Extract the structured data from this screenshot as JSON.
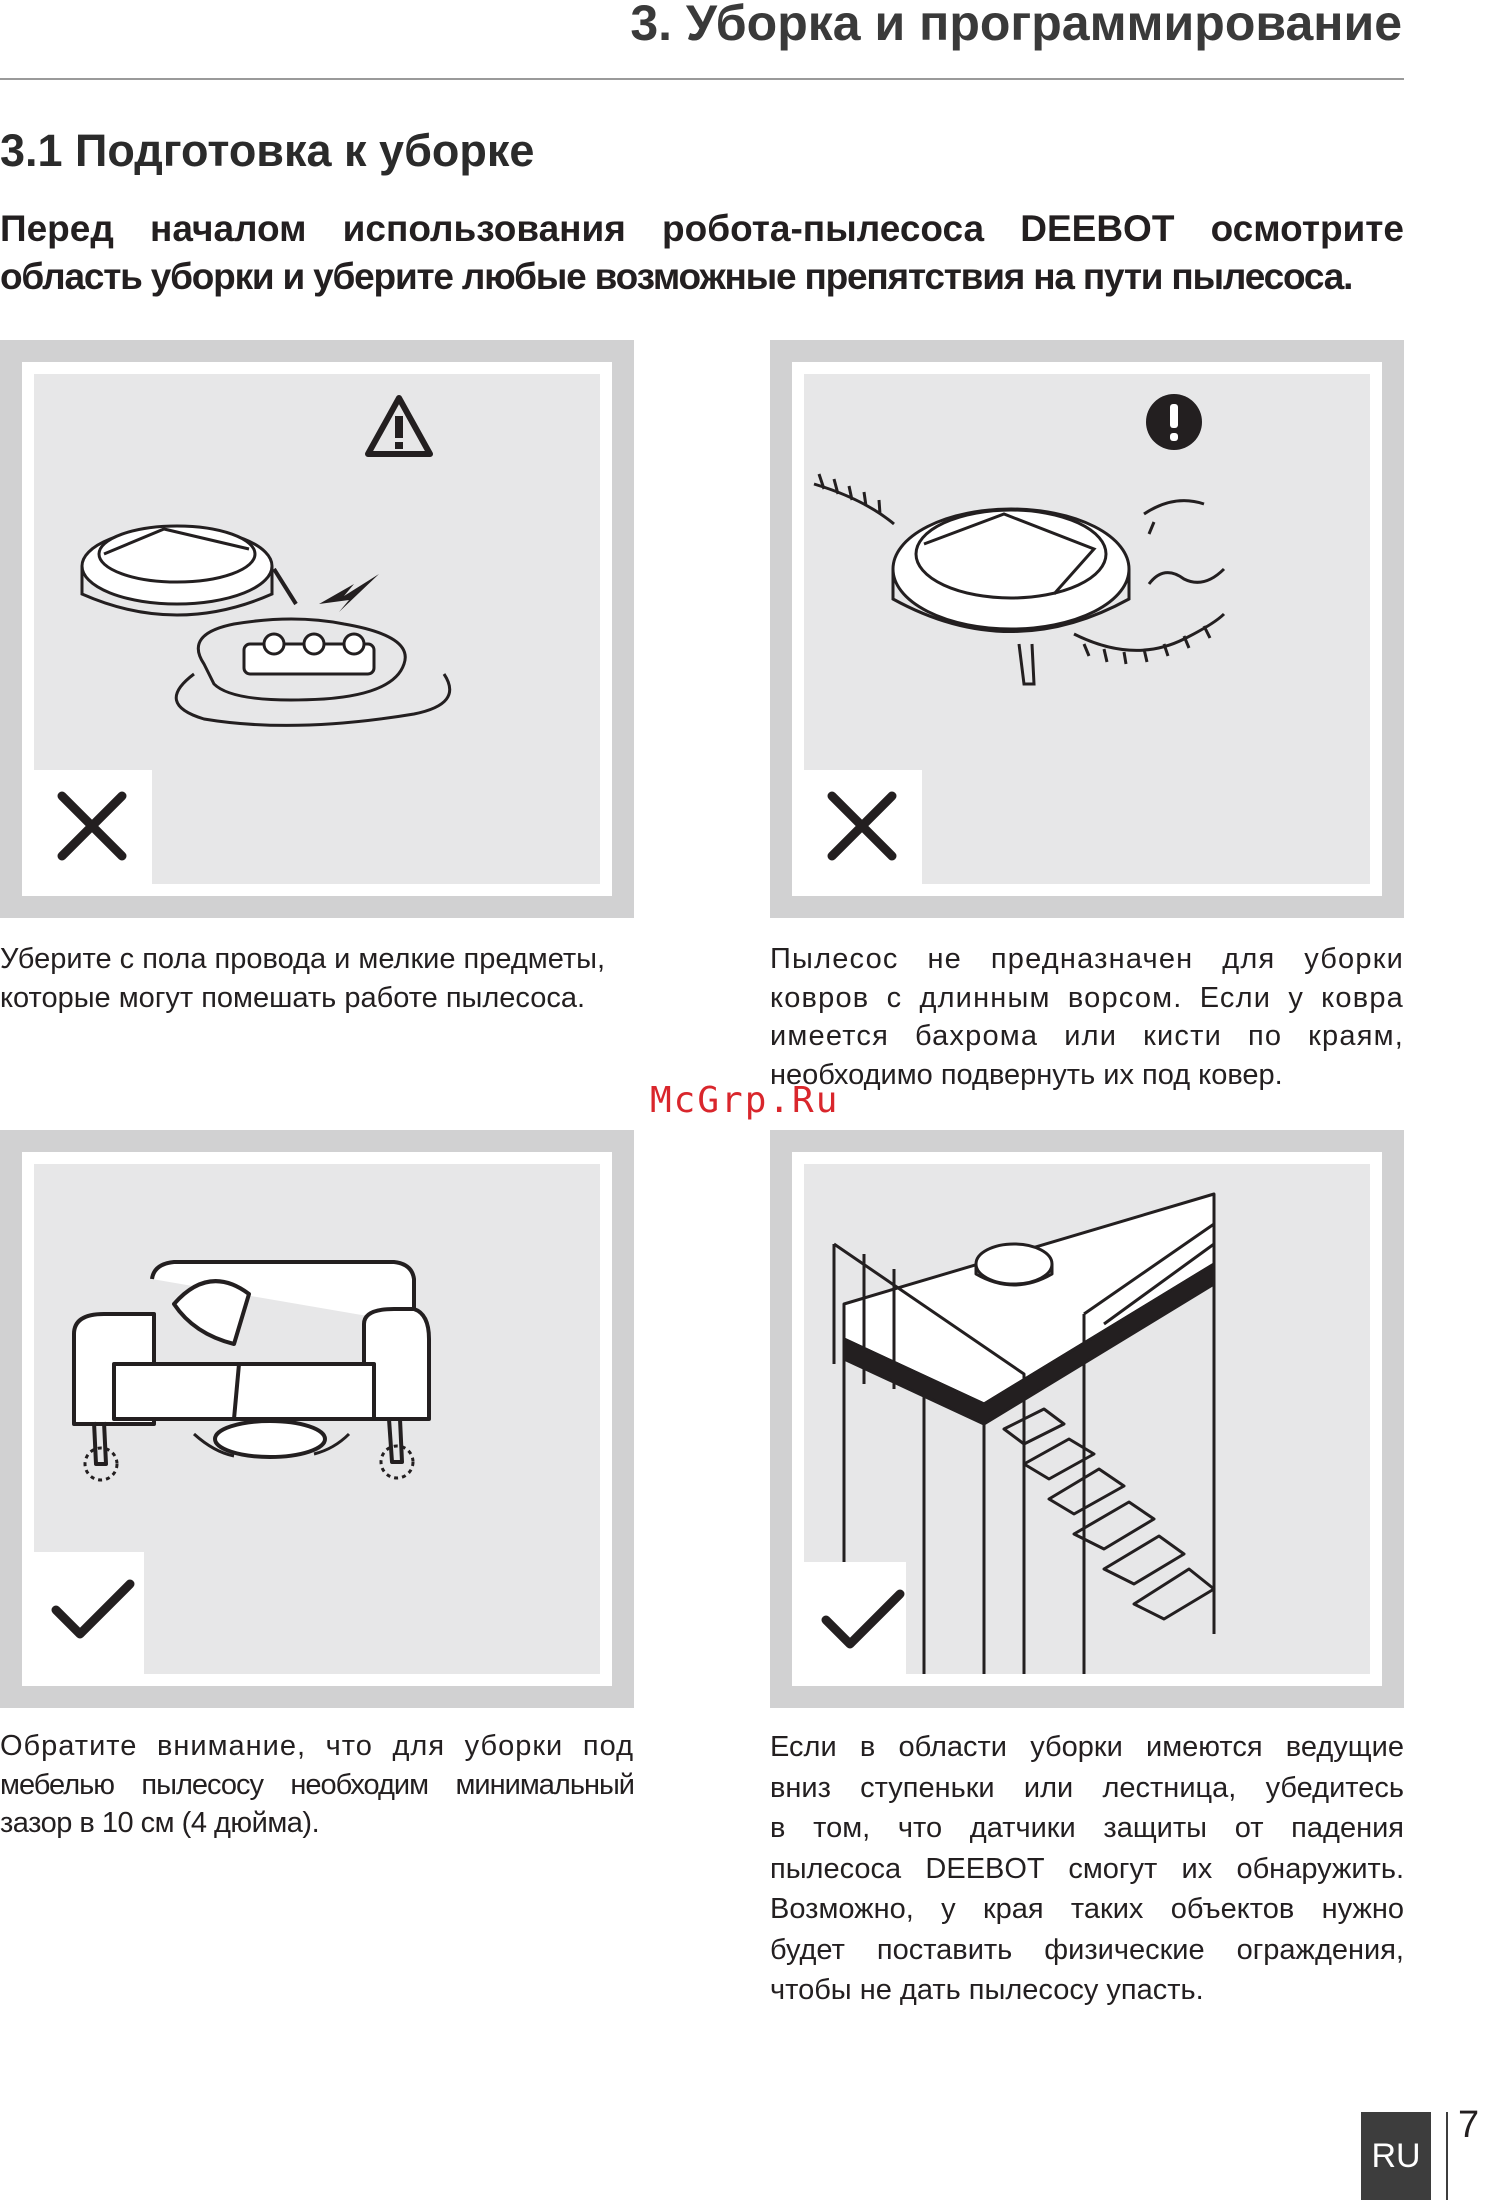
{
  "header": {
    "chapter_title": "3. Уборка и программирование",
    "section_title": "3.1 Подготовка к уборке"
  },
  "intro": {
    "line1": "Перед началом использования робота-пылесоса DEEBOT осмотрите",
    "line2": "область уборки и уберите любые возможные препятствия на пути пылесоса."
  },
  "panels": [
    {
      "status": "bad",
      "corner_icon": "warning-triangle-icon",
      "caption_lines": [
        "Уберите с пола провода и мелкие предметы,",
        "которые могут помешать работе пылесоса."
      ]
    },
    {
      "status": "bad",
      "corner_icon": "exclamation-circle-icon",
      "caption_lines": [
        "Пылесос не предназначен для уборки",
        "ковров с длинным ворсом. Если у ковра",
        "имеется бахрома или кисти по краям,",
        "необходимо подвернуть  их под ковер."
      ]
    },
    {
      "status": "good",
      "caption_lines": [
        "Обратите внимание, что для уборки под",
        "мебелью пылесосу необходим минимальный",
        "зазор в 10 см (4 дюйма)."
      ]
    },
    {
      "status": "good",
      "caption_lines": [
        "Если в области уборки имеются ведущие",
        "вниз ступеньки или лестница, убедитесь",
        "в том, что датчики защиты от падения",
        "пылесоса DEEBOT смогут их обнаружить.",
        "Возможно, у края таких объектов нужно",
        "будет поставить физические ограждения,",
        "чтобы не дать пылесосу упасть."
      ]
    }
  ],
  "watermark": "McGrp.Ru",
  "footer": {
    "language": "RU",
    "page_number": "7"
  },
  "colors": {
    "panel_frame": "#d1d1d2",
    "scene_bg": "#e7e7e8",
    "watermark": "#d9262c",
    "lang_badge": "#3d3d3d"
  }
}
